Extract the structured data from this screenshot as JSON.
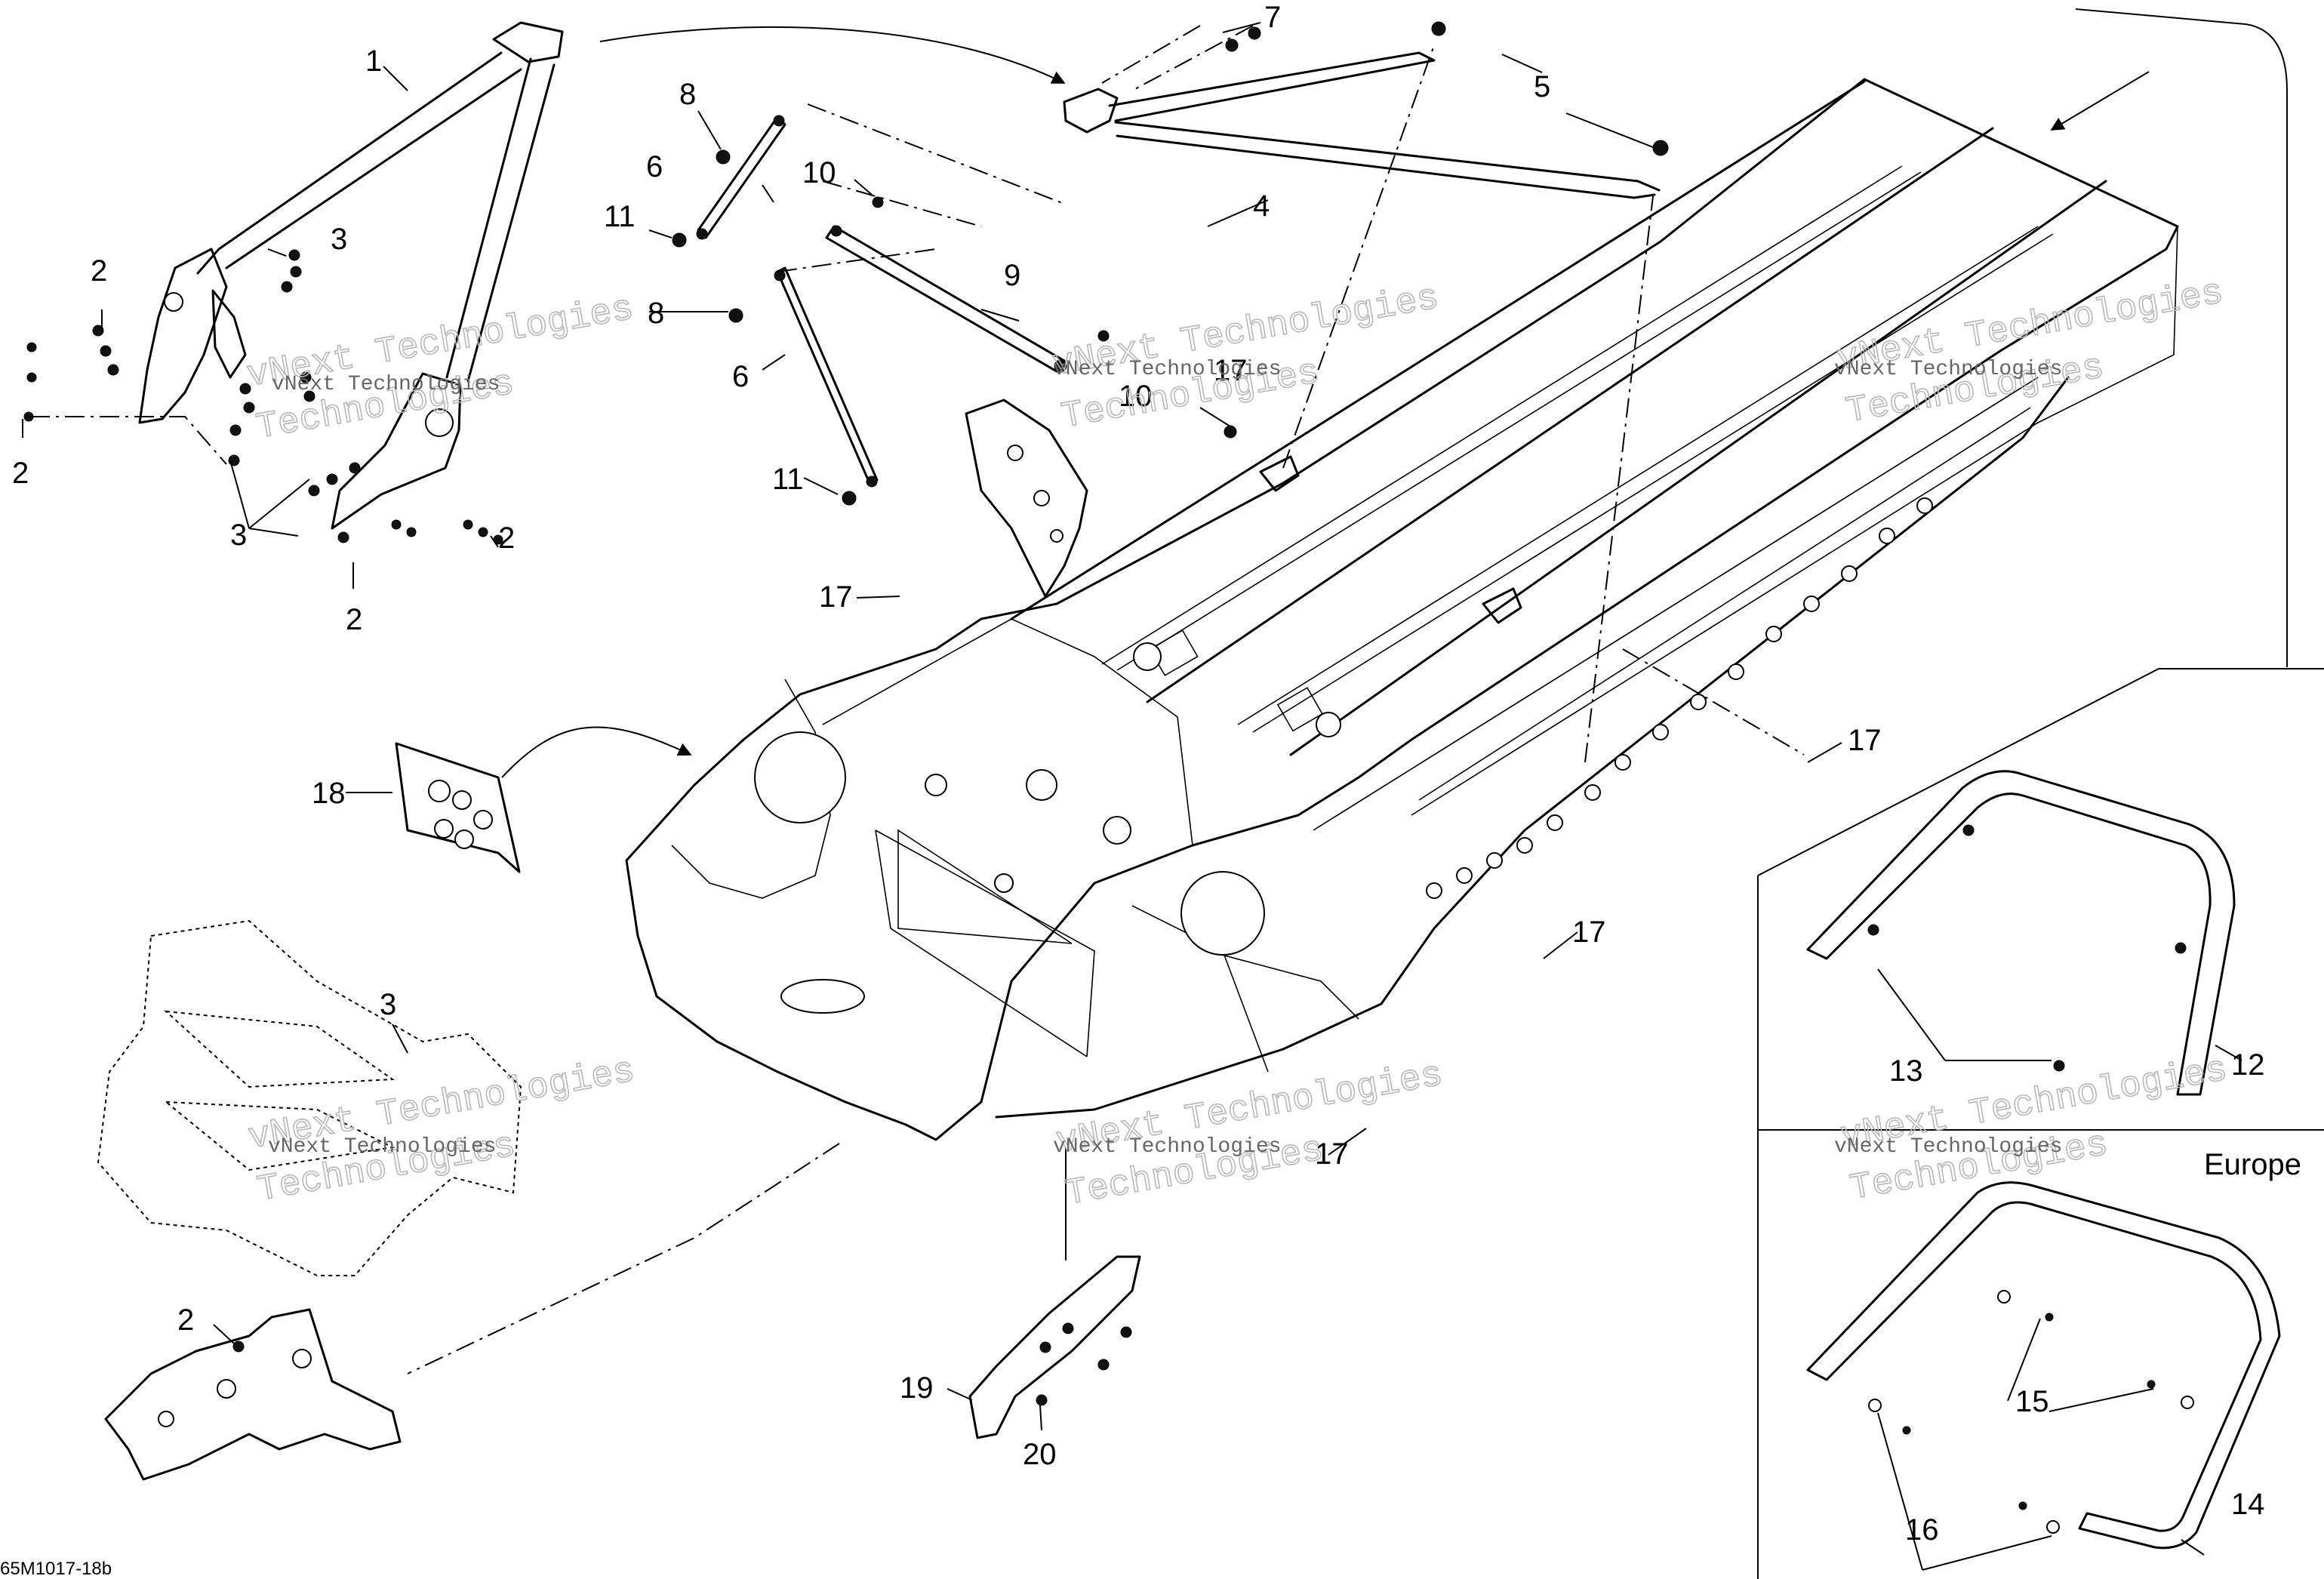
{
  "diagram": {
    "callouts": [
      "1",
      "2",
      "3",
      "4",
      "5",
      "6",
      "7",
      "8",
      "9",
      "10",
      "11",
      "12",
      "13",
      "14",
      "15",
      "16",
      "17",
      "18",
      "19",
      "20"
    ],
    "region_label": "Europe",
    "drawing_code": "65M1017-18b",
    "watermark": {
      "line1": "vNext Technologies",
      "line2": "Technologies",
      "small": "vNext Technologies"
    }
  }
}
